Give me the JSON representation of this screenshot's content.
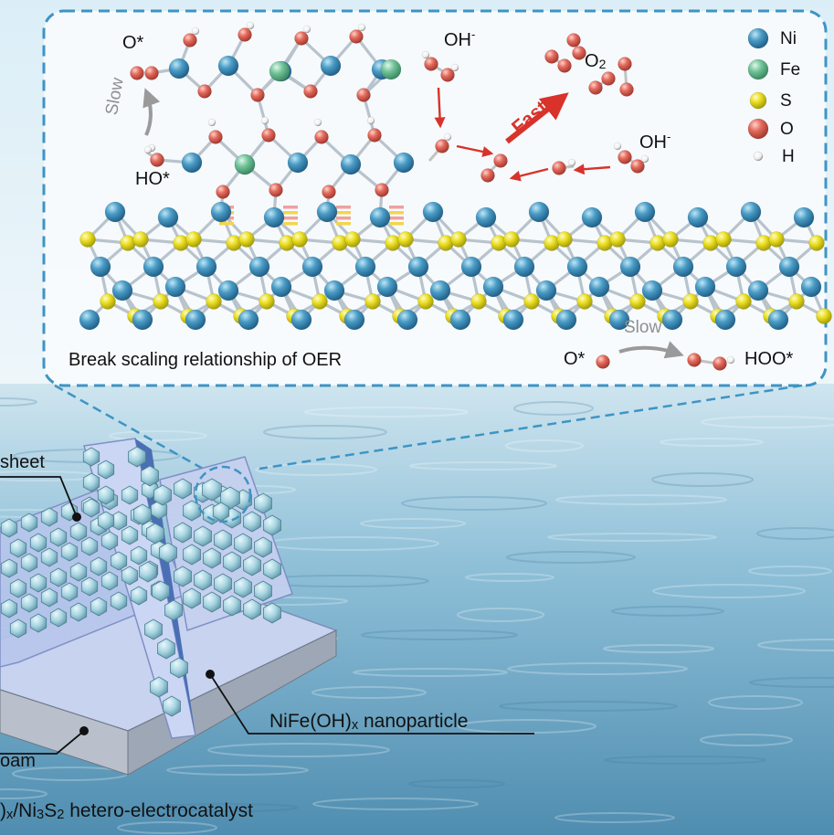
{
  "diagram": {
    "caption": "Break scaling relationship of OER",
    "legend": [
      {
        "symbol": "Ni",
        "color": "#3f8fb8"
      },
      {
        "symbol": "Fe",
        "color": "#6bbf94"
      },
      {
        "symbol": "S",
        "color": "#e8dd1e"
      },
      {
        "symbol": "O",
        "color": "#e2665a"
      },
      {
        "symbol": "H",
        "color": "#ffffff"
      }
    ],
    "labels": {
      "o_star_top": "O*",
      "slow_left": "Slow",
      "ho_star": "HO*",
      "oh_minus_top": "OH",
      "oh_minus_top_sup": "-",
      "o2": "O",
      "o2_sub": "2",
      "fast": "Fast",
      "oh_minus_right": "OH",
      "oh_minus_right_sup": "-",
      "slow_bottom": "Slow",
      "o_star_bottom": "O*",
      "hoo_star": "HOO*"
    },
    "callouts": {
      "nanosheet": "sheet",
      "foam": "oam",
      "nanoparticle_pre": "NiFe(OH)",
      "nanoparticle_x": "x",
      "nanoparticle_post": " nanoparticle",
      "catalyst_pre": ")",
      "catalyst_x": "x",
      "catalyst_mid": "/Ni",
      "catalyst_3": "3",
      "catalyst_s": "S",
      "catalyst_2": "2",
      "catalyst_post": " hetero-electrocatalyst"
    },
    "colors": {
      "ni": "#3f8fb8",
      "fe": "#6bbf94",
      "s": "#e8dd1e",
      "o": "#e2665a",
      "fast_arrow": "#d8322a",
      "inset_border": "#3e94c4"
    }
  }
}
